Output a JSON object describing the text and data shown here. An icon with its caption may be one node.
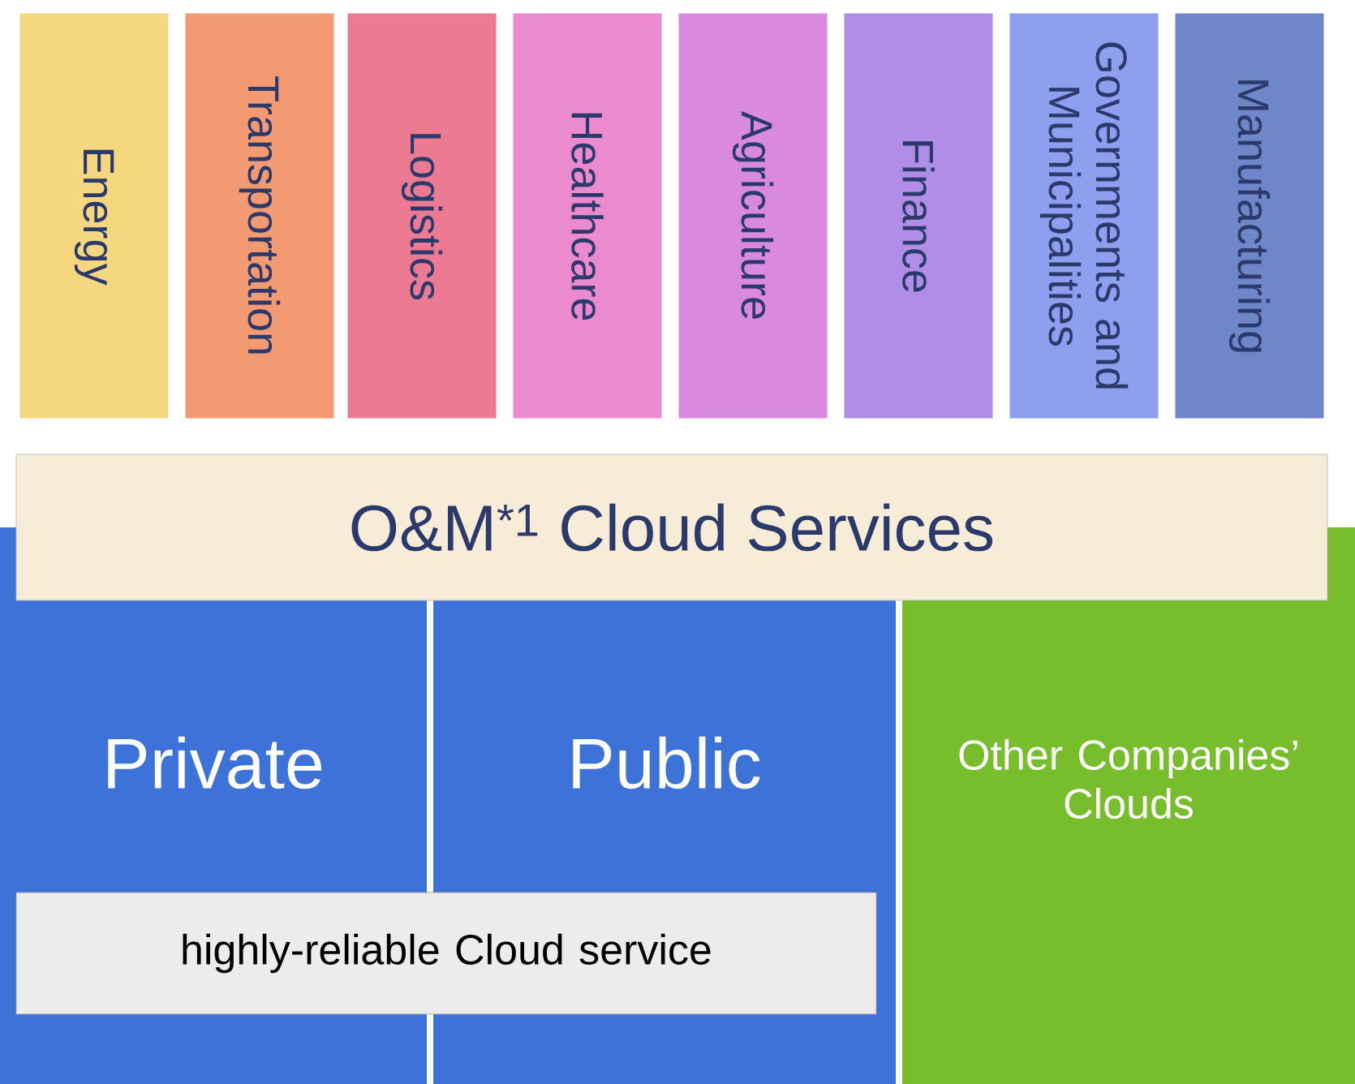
{
  "diagram": {
    "nodes": [
      {
        "text": [
          "Energy"
        ]
      },
      {
        "text": [
          "Transportation"
        ]
      },
      {
        "text": [
          "Logistics"
        ]
      },
      {
        "text": [
          "Healthcare"
        ]
      },
      {
        "text": [
          "Agriculture"
        ]
      },
      {
        "text": [
          "Finance"
        ]
      },
      {
        "text": [
          "Governments and Municipalities"
        ]
      },
      {
        "text": [
          "Manufacturing"
        ]
      },
      {
        "text": [
          "O&M$^{*1}$ Cloud Services"
        ]
      },
      {
        "text": [
          "Private"
        ]
      },
      {
        "text": [
          "Public"
        ]
      },
      {
        "text": [
          "Other Companies’ Clouds"
        ]
      },
      {
        "text": [
          "highly-reliable Cloud service"
        ]
      }
    ]
  }
}
